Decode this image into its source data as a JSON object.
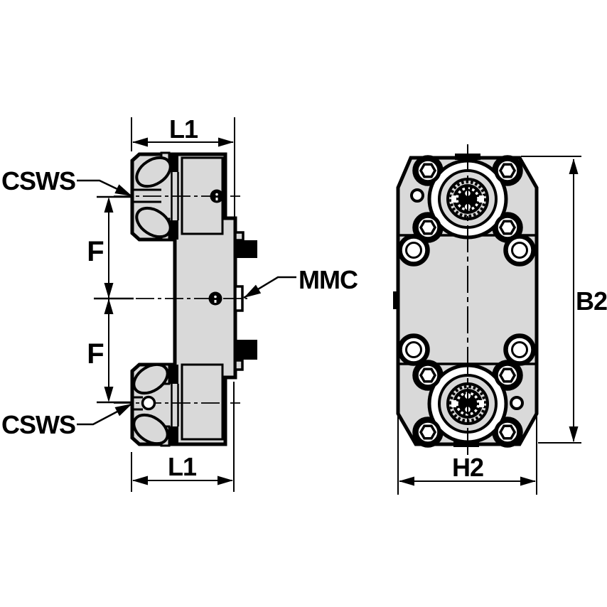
{
  "diagram": {
    "type": "engineering-drawing",
    "colors": {
      "part_fill": "#d9d9d9",
      "line": "#000000",
      "background": "#ffffff",
      "nub_fill": "#000000",
      "tab_fill": "#ffffff"
    },
    "labels": {
      "csws_top": "CSWS",
      "csws_bottom": "CSWS",
      "mmc": "MMC",
      "l1_top": "L1",
      "l1_bottom": "L1",
      "f_top": "F",
      "f_bottom": "F",
      "b2": "B2",
      "h2": "H2"
    }
  }
}
